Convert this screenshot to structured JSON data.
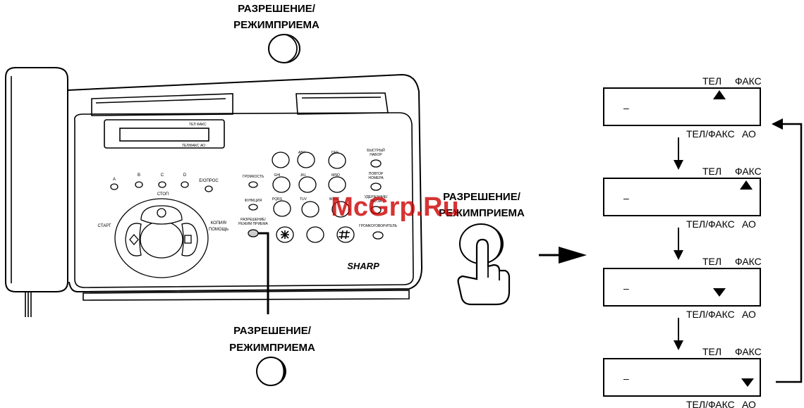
{
  "captions": {
    "top": [
      "РАЗРЕШЕНИЕ/",
      "РЕЖИМПРИЕМА"
    ],
    "middle": [
      "РАЗРЕШЕНИЕ/",
      "РЕЖИМПРИЕМА"
    ],
    "bottom": [
      "РАЗРЕШЕНИЕ/",
      "РЕЖИМПРИЕМА"
    ]
  },
  "watermark": "McGrp.Ru",
  "fax": {
    "brand": "SHARP",
    "lcd_top_labels": "ТЕЛ  ФАКС",
    "lcd_bottom_labels": "ТЕЛ/ФАКС  АО",
    "onetouch": [
      "A",
      "B",
      "C",
      "D",
      "E/ОПРОС"
    ],
    "stop_label": "СТОП",
    "start_label": "СТАРТ",
    "copy_label": [
      "КОПИЯ/",
      "ПОМОЩЬ"
    ],
    "volume_label": "ГРОМКОСТЬ",
    "function_label": "ФУНКЦИЯ",
    "reception_label": [
      "РАЗРЕШЕНИЕ/",
      "РЕЖИМ ПРИЕМА"
    ],
    "keypad_letters": [
      "ABC",
      "DEF",
      "GHI",
      "JKL",
      "MNO",
      "PQRS",
      "TUV",
      "WXYZ"
    ],
    "speed_dial_label": [
      "БЫСТРЫЙ",
      "НАБОР"
    ],
    "redial_label": [
      "ПОВТОР",
      "НОМЕРА"
    ],
    "hold_label": [
      "УДЕРЖАНИЕ/",
      "ПАУЗА"
    ],
    "speaker_label": "ГРОМКОГОВОРИТЕЛЬ"
  },
  "displays": [
    {
      "top": [
        "ТЕЛ",
        "ФАКС"
      ],
      "cursor": "–",
      "indicator": "up",
      "position": "ТЕЛ",
      "bottom": [
        "ТЕЛ/ФАКС",
        "АО"
      ]
    },
    {
      "top": [
        "ТЕЛ",
        "ФАКС"
      ],
      "cursor": "–",
      "indicator": "up",
      "position": "ФАКС",
      "bottom": [
        "ТЕЛ/ФАКС",
        "АО"
      ]
    },
    {
      "top": [
        "ТЕЛ",
        "ФАКС"
      ],
      "cursor": "–",
      "indicator": "down",
      "position": "ТЕЛ/ФАКС",
      "bottom": [
        "ТЕЛ/ФАКС",
        "АО"
      ]
    },
    {
      "top": [
        "ТЕЛ",
        "ФАКС"
      ],
      "cursor": "–",
      "indicator": "down",
      "position": "АО",
      "bottom": [
        "ТЕЛ/ФАКС",
        "АО"
      ]
    }
  ],
  "colors": {
    "line": "#000000",
    "watermark": "#cc0000",
    "background": "#ffffff"
  }
}
